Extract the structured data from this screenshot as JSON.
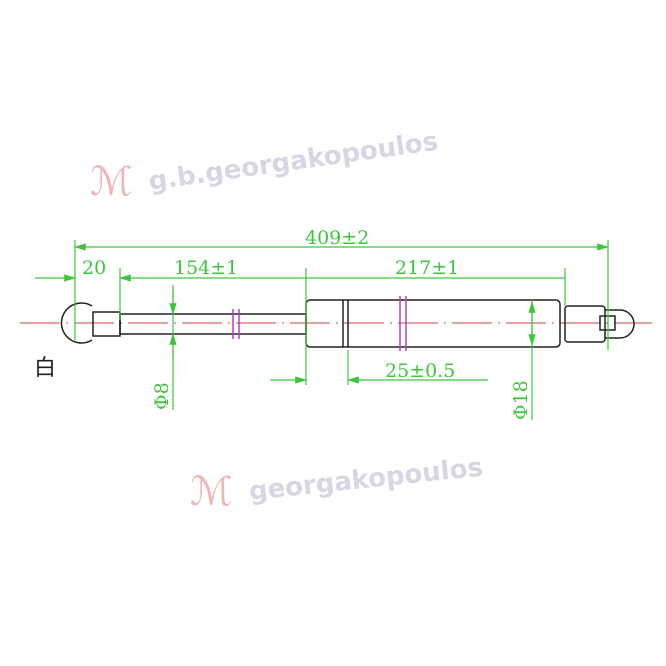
{
  "drawing": {
    "overall_length": "409±2",
    "end_fitting_length": "20",
    "rod_length": "154±1",
    "body_length": "217±1",
    "groove_offset": "25±0.5",
    "rod_diameter": "Φ8",
    "body_diameter": "Φ18",
    "side_mark": "白"
  },
  "watermark": {
    "text": "g.b.georgakopoulos",
    "text_fragment": "georgakopoulos"
  },
  "colors": {
    "dimension": "#3cc63c",
    "centerline": "#d04040",
    "outline": "#222222",
    "break_mark": "#b040c0",
    "watermark": "#b9b3cf"
  }
}
